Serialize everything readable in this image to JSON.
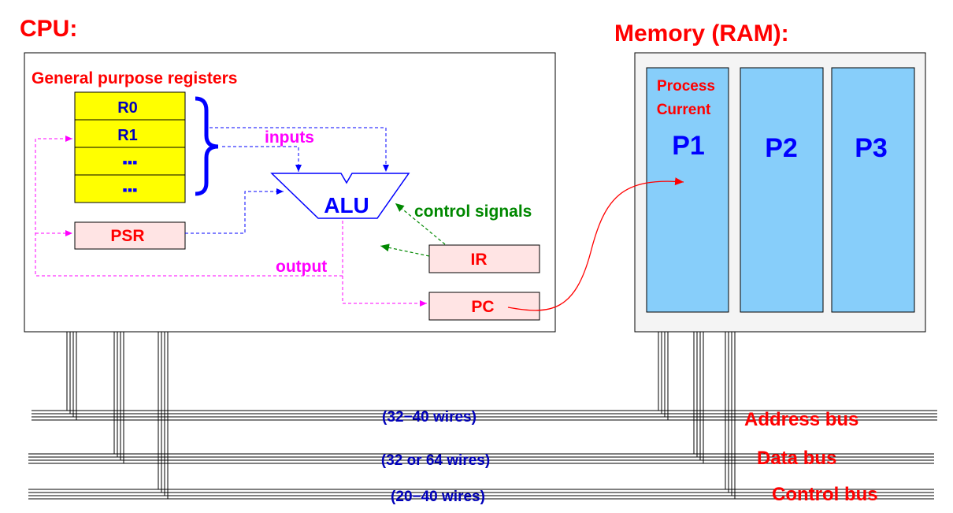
{
  "titles": {
    "cpu": "CPU:",
    "memory": "Memory (RAM):"
  },
  "cpu": {
    "gpr_label": "General purpose registers",
    "registers": [
      "R0",
      "R1",
      "▪▪▪",
      "▪▪▪"
    ],
    "psr": "PSR",
    "ir": "IR",
    "pc": "PC",
    "alu": "ALU",
    "inputs_label": "inputs",
    "output_label": "output",
    "control_label": "control signals"
  },
  "memory": {
    "current_line1": "Process",
    "current_line2": "Current",
    "processes": [
      "P1",
      "P2",
      "P3"
    ]
  },
  "buses": [
    {
      "name": "Address bus",
      "wires": "(32−40 wires)"
    },
    {
      "name": "Data bus",
      "wires": "(32 or 64 wires)"
    },
    {
      "name": "Control bus",
      "wires": "(20−40 wires)"
    }
  ],
  "colors": {
    "register_fill": "#ffff00",
    "special_reg_fill": "#ffe4e4",
    "process_fill": "#87cefa",
    "memory_fill": "#f4f4f4",
    "label_red": "#ff0000",
    "wire_blue": "#0000ff",
    "wire_magenta": "#ff00ff",
    "wire_green": "#008800"
  }
}
